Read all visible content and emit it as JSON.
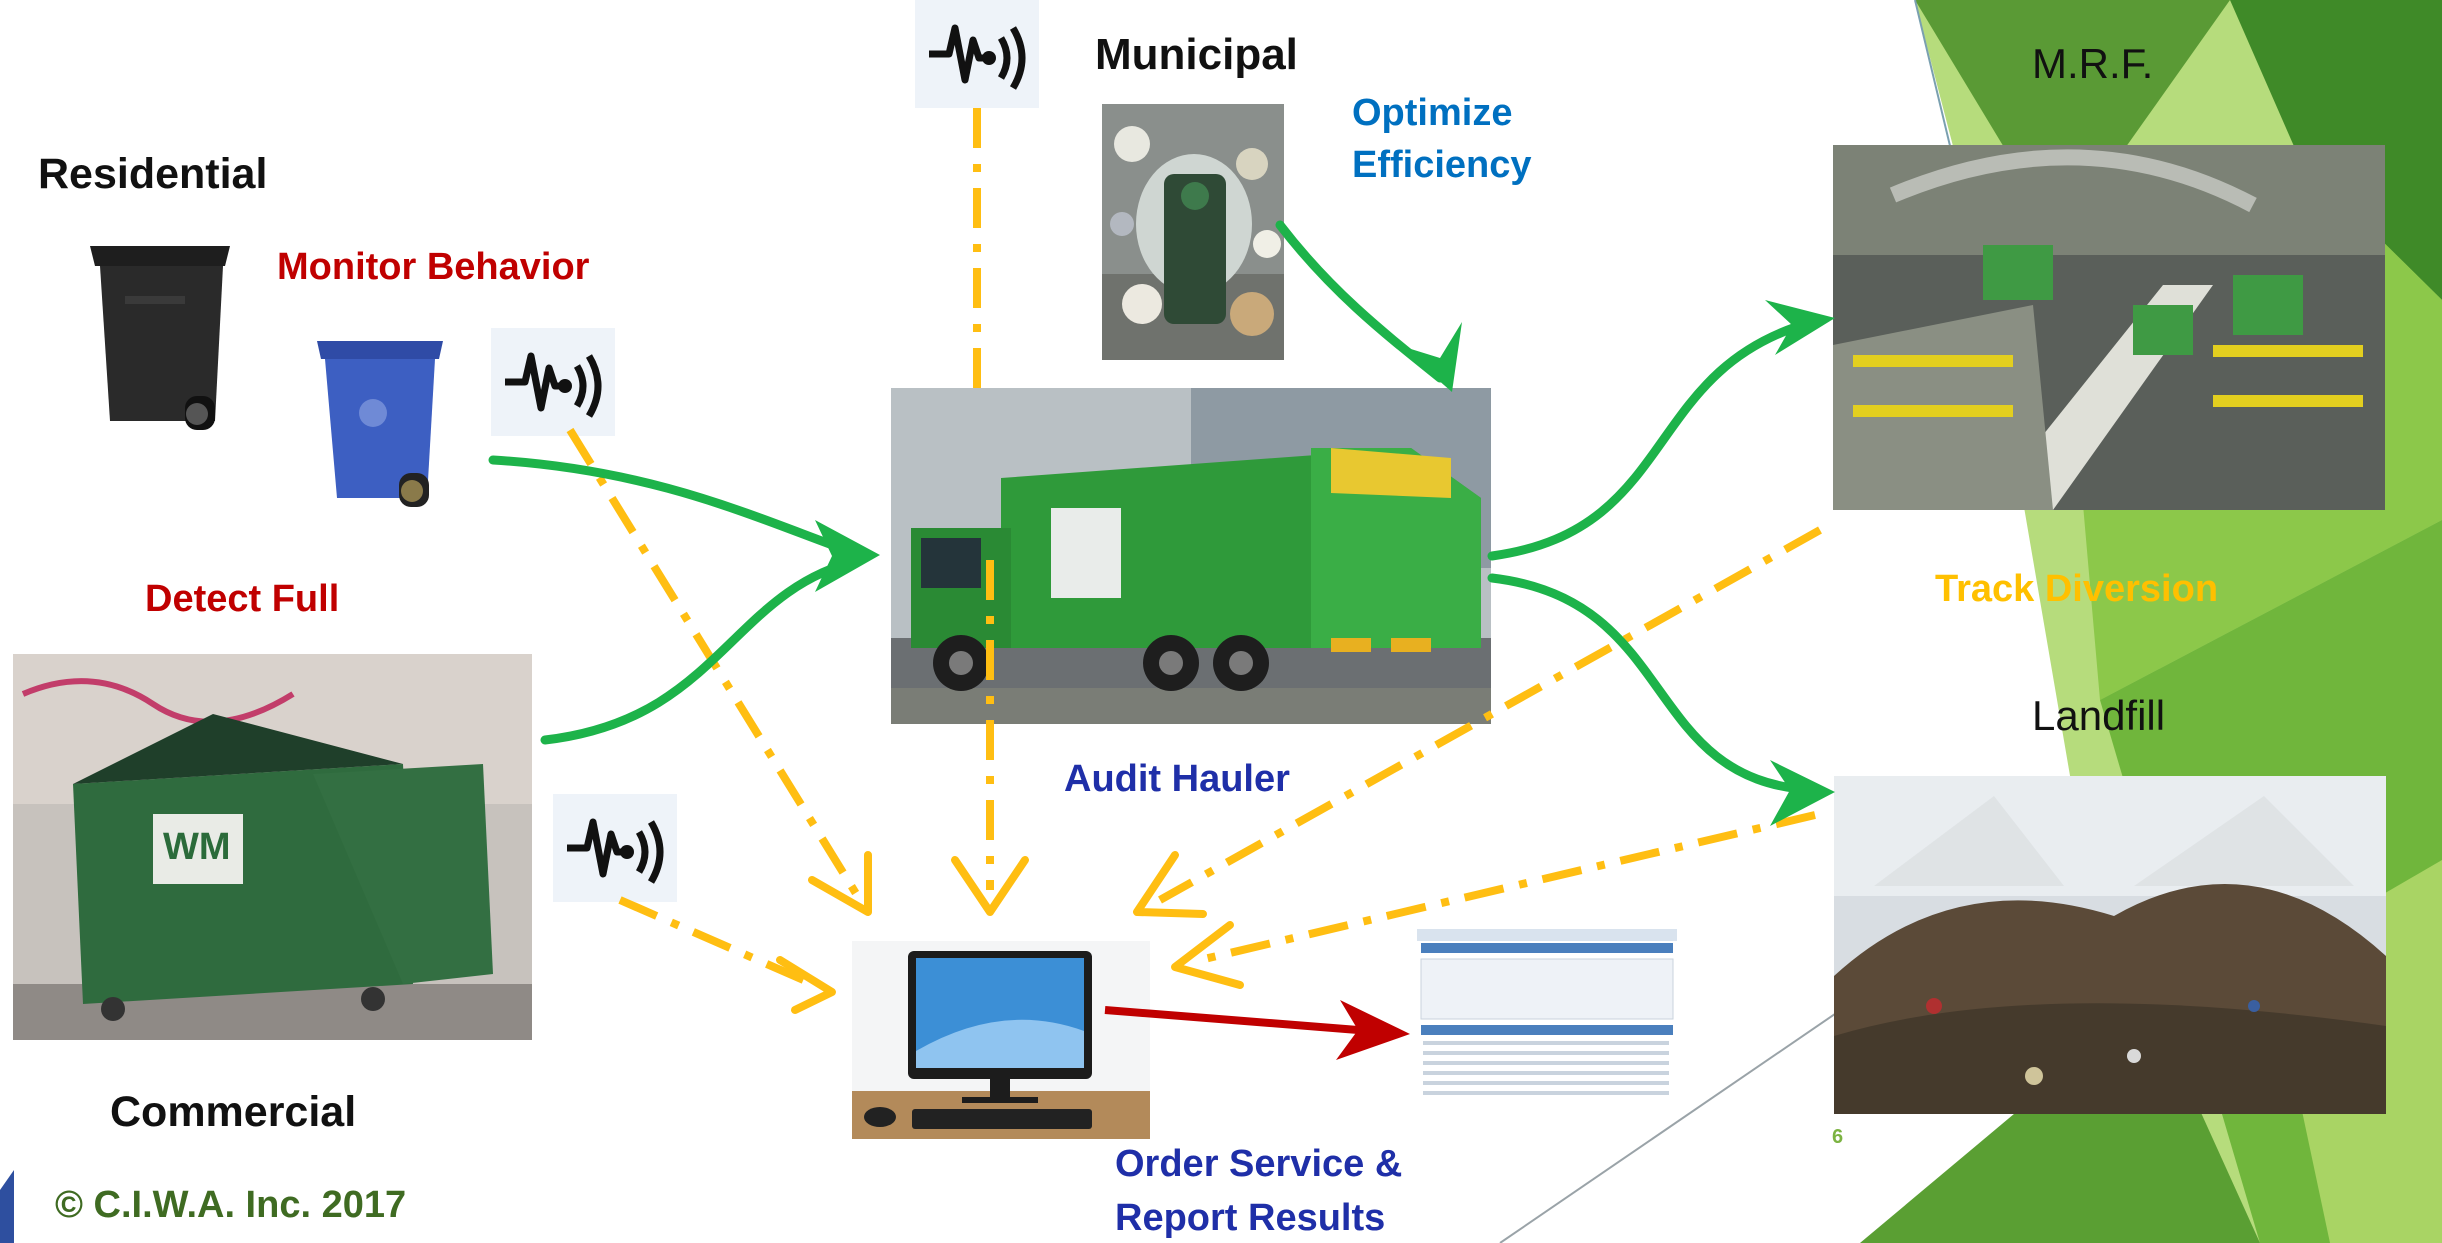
{
  "labels": {
    "residential": "Residential",
    "monitor_behavior": "Monitor Behavior",
    "detect_full": "Detect Full",
    "commercial": "Commercial",
    "copyright": "© C.I.W.A. Inc. 2017",
    "municipal": "Municipal",
    "optimize_line1": "Optimize",
    "optimize_line2": "Efficiency",
    "audit_hauler": "Audit Hauler",
    "order_line1": "Order Service &",
    "order_line2": "Report Results",
    "mrf": "M.R.F.",
    "track_diversion": "Track Diversion",
    "landfill": "Landfill",
    "slide_number": "6"
  },
  "colors": {
    "red_label": "#c00000",
    "blue_label": "#0070c0",
    "navy_label": "#1f2fa8",
    "green_arrow": "#1db34a",
    "orange_dash": "#ffbe12",
    "red_arrow": "#c00000",
    "copyright": "#3f6b22",
    "orange_label": "#ffc000"
  },
  "icons": [
    "sensor-signal-icon",
    "black-trash-cart-icon",
    "blue-recycle-cart-icon",
    "computer-monitor-icon"
  ]
}
